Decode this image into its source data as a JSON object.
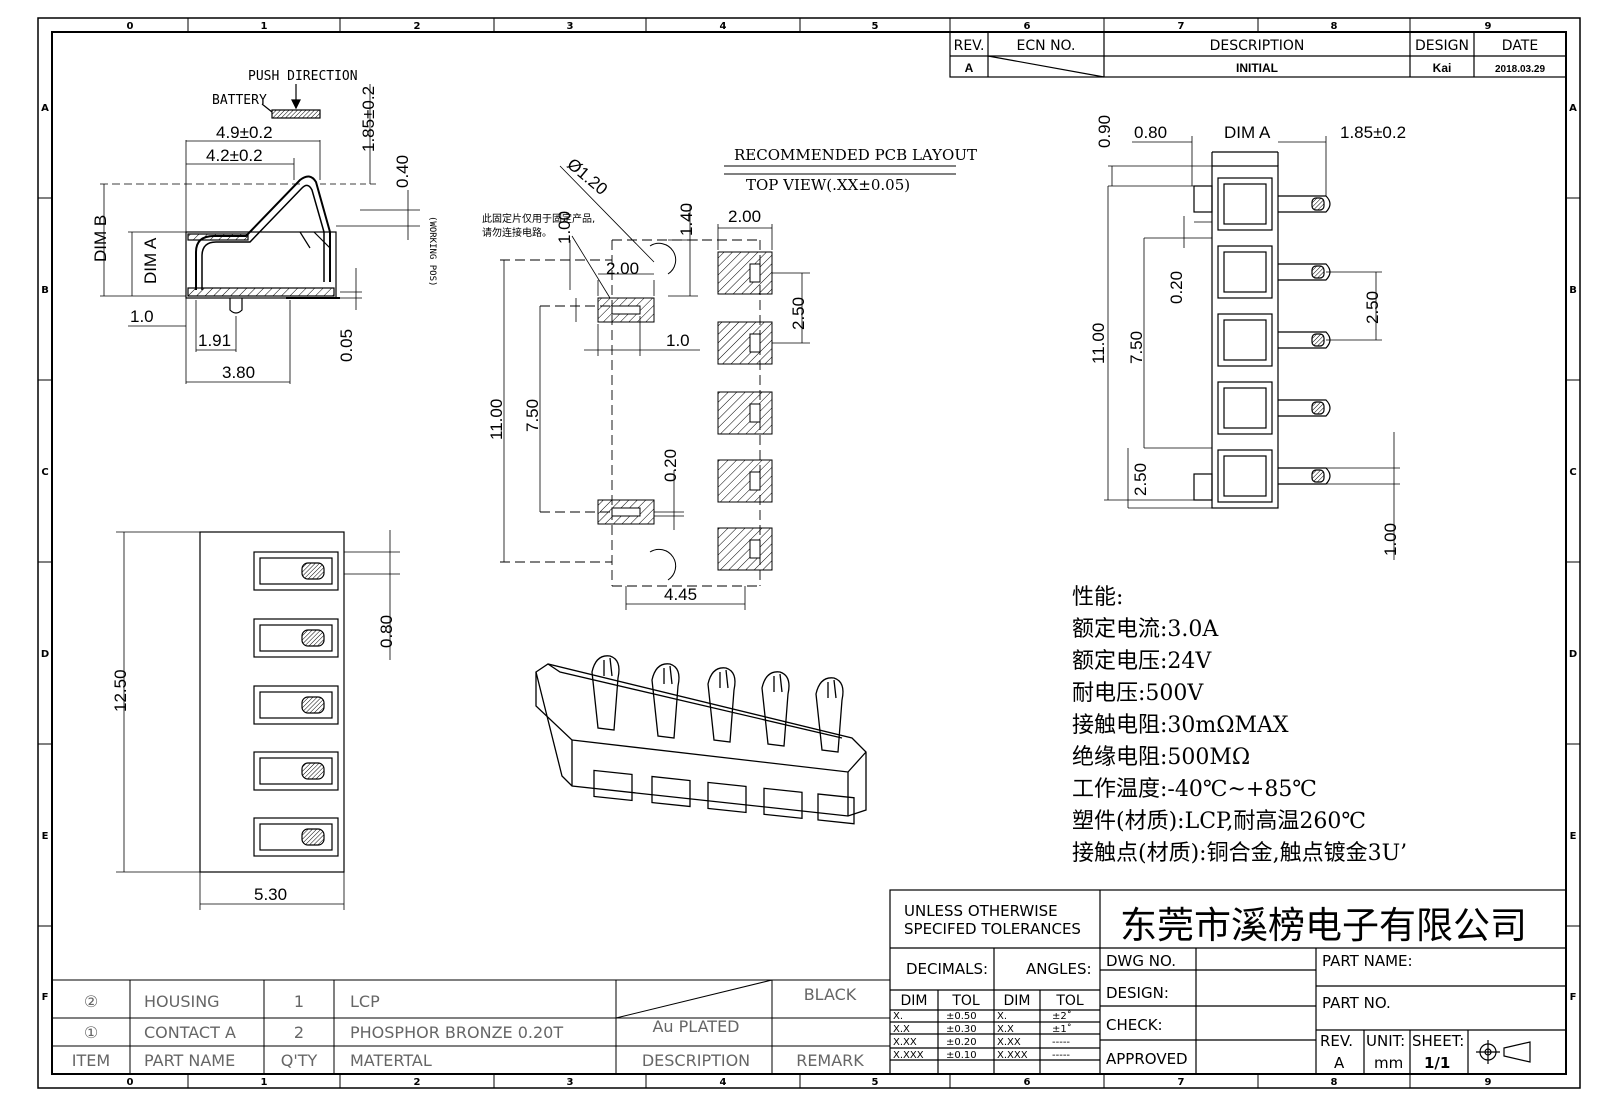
{
  "border": {
    "cols_top": [
      "0",
      "1",
      "2",
      "3",
      "4",
      "5",
      "6",
      "7",
      "8",
      "9"
    ],
    "cols_bottom": [
      "0",
      "1",
      "2",
      "3",
      "4",
      "5",
      "6",
      "7",
      "8",
      "9"
    ],
    "rows_left": [
      "A",
      "B",
      "C",
      "D",
      "E",
      "F"
    ],
    "rows_right": [
      "A",
      "B",
      "C",
      "D",
      "E",
      "F"
    ]
  },
  "revision_table": {
    "headers": [
      "REV.",
      "ECN NO.",
      "DESCRIPTION",
      "DESIGN",
      "DATE"
    ],
    "row": {
      "rev": "A",
      "ecn": "",
      "description": "INITIAL",
      "design": "Kai",
      "date": "2018.03.29"
    }
  },
  "side_view": {
    "push_direction": "PUSH DIRECTION",
    "battery": "BATTERY",
    "dim_49": "4.9±0.2",
    "dim_42": "4.2±0.2",
    "dim_185": "1.85±0.2",
    "dim_040": "0.40",
    "working_pos": "(WORKING POS)",
    "dim_b": "DIM B",
    "dim_a": "DIM A",
    "dim_10": "1.0",
    "dim_191": "1.91",
    "dim_380": "3.80",
    "dim_005": "0.05"
  },
  "pcb_layout": {
    "title": "RECOMMENDED PCB LAYOUT",
    "subtitle": "TOP VIEW(.XX±0.05)",
    "note_line1": "此固定片仅用于固定产品,",
    "note_line2": "请勿连接电路。",
    "dim_phi": "Ø1.20",
    "dim_100": "1.00",
    "dim_140": "1.40",
    "dim_200a": "2.00",
    "dim_200b": "2.00",
    "dim_250": "2.50",
    "dim_10": "1.0",
    "dim_1100": "11.00",
    "dim_750": "7.50",
    "dim_020": "0.20",
    "dim_445": "4.45"
  },
  "front_view": {
    "dim_1250": "12.50",
    "dim_080": "0.80",
    "dim_530": "5.30"
  },
  "right_view": {
    "dim_090": "0.90",
    "dim_080": "0.80",
    "dim_a": "DIM A",
    "dim_185": "1.85±0.2",
    "dim_020": "0.20",
    "dim_250a": "2.50",
    "dim_1100": "11.00",
    "dim_750": "7.50",
    "dim_250b": "2.50",
    "dim_100": "1.00"
  },
  "specs": [
    "性能:",
    "额定电流:3.0A",
    "额定电压:24V",
    "耐电压:500V",
    "接触电阻:30mΩMAX",
    "绝缘电阻:500MΩ",
    "工作温度:-40℃~+85℃",
    "塑件(材质):LCP,耐高温260℃",
    "接触点(材质):铜合金,触点镀金3U’"
  ],
  "bom": {
    "rows": [
      {
        "item": "②",
        "name": "HOUSING",
        "qty": "1",
        "material": "LCP",
        "description": "",
        "remark": "BLACK"
      },
      {
        "item": "①",
        "name": "CONTACT A",
        "qty": "2",
        "material": "PHOSPHOR BRONZE 0.20T",
        "description": "Au PLATED",
        "remark": ""
      }
    ],
    "headers": {
      "item": "ITEM",
      "name": "PART NAME",
      "qty": "Q'TY",
      "material": "MATERTAL",
      "description": "DESCRIPTION",
      "remark": "REMARK"
    }
  },
  "title_block": {
    "tolerance_note_1": "UNLESS OTHERWISE",
    "tolerance_note_2": "SPECIFED TOLERANCES",
    "company": "东莞市溪榜电子有限公司",
    "decimals": "DECIMALS:",
    "angles": "ANGLES:",
    "dim_h": "DIM",
    "tol_h": "TOL",
    "dim_h2": "DIM",
    "tol_h2": "TOL",
    "tol_rows": [
      {
        "d": "X.",
        "t": "±0.50",
        "d2": "X.",
        "t2": "±2˚"
      },
      {
        "d": "X.X",
        "t": "±0.30",
        "d2": "X.X",
        "t2": "±1˚"
      },
      {
        "d": "X.XX",
        "t": "±0.20",
        "d2": "X.XX",
        "t2": "-----"
      },
      {
        "d": "X.XXX",
        "t": "±0.10",
        "d2": "X.XXX",
        "t2": "-----"
      }
    ],
    "dwg_no": "DWG NO.",
    "design": "DESIGN:",
    "check": "CHECK:",
    "approved": "APPROVED",
    "part_name": "PART NAME:",
    "part_no": "PART NO.",
    "rev_label": "REV.",
    "rev_value": "A",
    "unit_label": "UNIT:",
    "unit_value": "mm",
    "sheet_label": "SHEET:",
    "sheet_value": "1/1"
  }
}
